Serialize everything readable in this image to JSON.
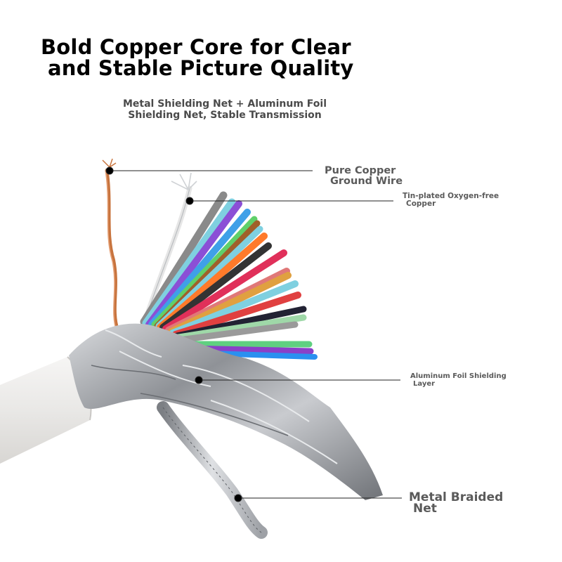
{
  "headline": {
    "line1": "Bold Copper Core for Clear",
    "line2": "and Stable Picture Quality"
  },
  "subheadline": {
    "line1": "Metal Shielding Net + Aluminum Foil",
    "line2": "Shielding Net, Stable Transmission"
  },
  "callouts": {
    "ground_wire": {
      "line1": "Pure Copper",
      "line2": "Ground Wire"
    },
    "tin_plated": {
      "line1": "Tin-plated Oxygen-free",
      "line2": "Copper"
    },
    "foil_layer": {
      "line1": "Aluminum Foil Shielding",
      "line2": "Layer"
    },
    "braided_net": {
      "line1": "Metal Braided",
      "line2": "Net"
    }
  },
  "colors": {
    "jacket": "#ecebea",
    "foil": "#9a9da2",
    "copper": "#c8743e",
    "leader_line": "#222222",
    "callout_text": "#5a5a5a"
  },
  "conductor_colors": [
    "#8a8a8a",
    "#7fd0e0",
    "#8b4fd6",
    "#3fa0e8",
    "#5fd06a",
    "#a0602a",
    "#ff7a2a",
    "#ff5a1a",
    "#333333",
    "#e0305a",
    "#e0a040",
    "#e07878",
    "#9fd8a8",
    "#9a9a9a",
    "#222233",
    "#5fd080",
    "#8a40c8",
    "#2a90f0",
    "#a0d070",
    "#e04040"
  ]
}
